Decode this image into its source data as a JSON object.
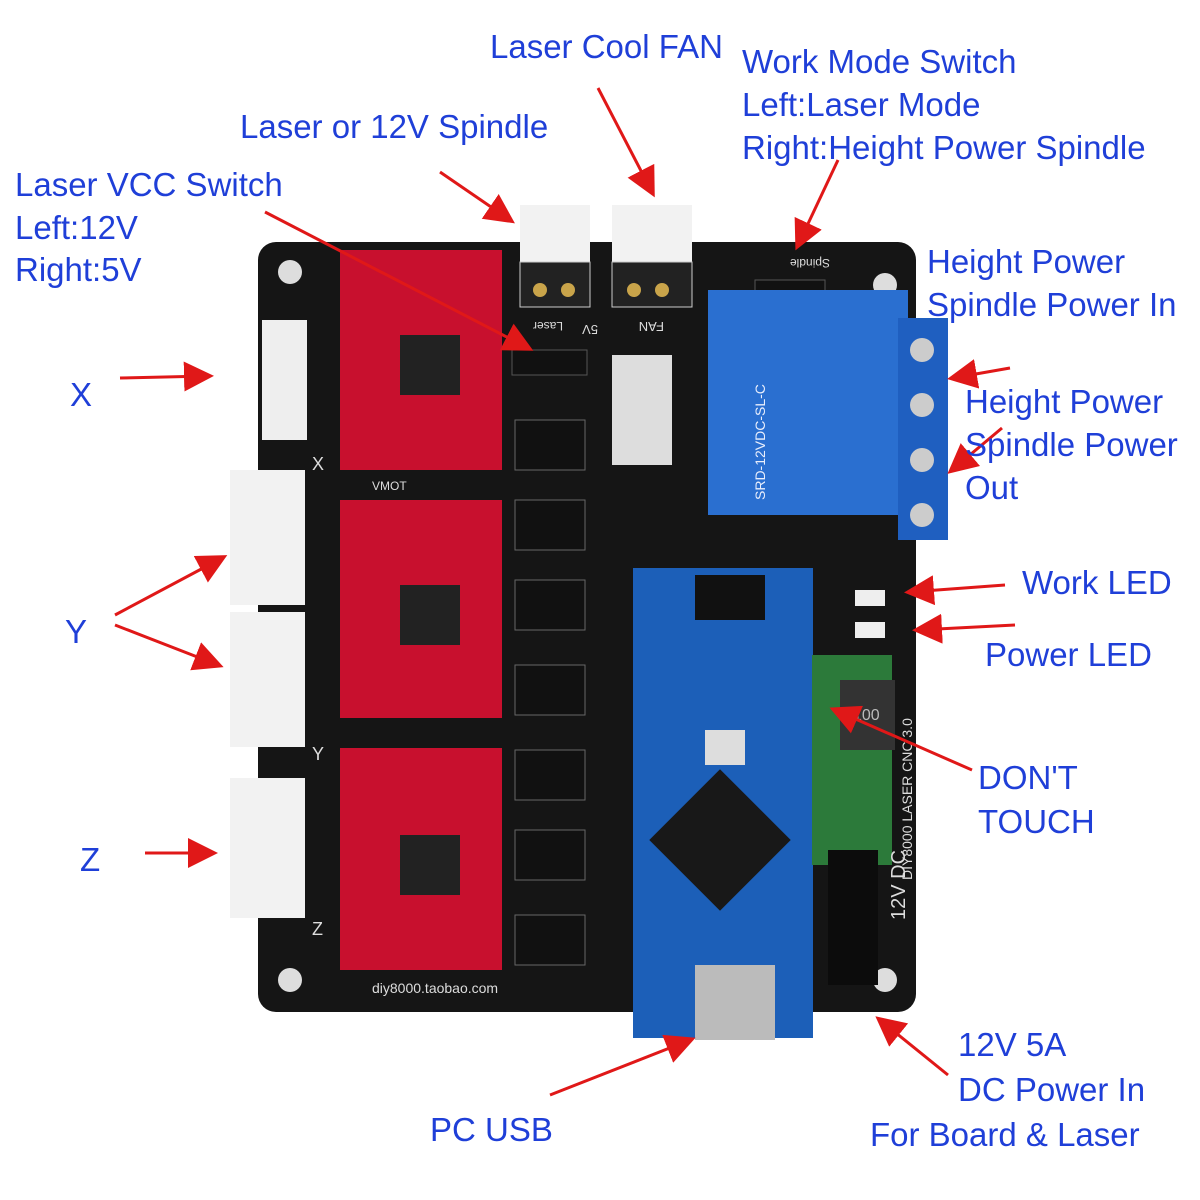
{
  "labels": {
    "laser_cool_fan": "Laser Cool FAN",
    "work_mode": [
      "Work Mode Switch",
      "Left:Laser Mode",
      "Right:Height Power Spindle"
    ],
    "laser_spindle": "Laser or 12V Spindle",
    "laser_vcc": [
      "Laser VCC Switch",
      "Left:12V",
      "Right:5V"
    ],
    "spindle_in": [
      "Height Power",
      "Spindle Power In"
    ],
    "spindle_out": [
      "Height Power",
      "Spindle Power",
      "Out"
    ],
    "x": "X",
    "y": "Y",
    "z": "Z",
    "work_led": "Work LED",
    "power_led": "Power LED",
    "dont_touch": [
      "DON'T",
      "TOUCH"
    ],
    "dc_power": [
      "12V 5A",
      "DC Power In",
      "For Board & Laser"
    ],
    "pc_usb": "PC USB"
  },
  "board": {
    "website": "diy8000.taobao.com",
    "dc_label": "12V DC",
    "model": "DIY8000 LASER CNC 3.0",
    "vmot": "VMOT",
    "fan": "FAN",
    "five_v": "5V",
    "laser": "Laser",
    "spindle": "Spindle",
    "relay_text": "SRD-12VDC-SL-C",
    "inductor": "100",
    "axis_x": "X",
    "axis_y": "Y",
    "axis_z": "Z"
  },
  "colors": {
    "label": "#1f3fd8",
    "arrow": "#e01818",
    "pcb": "#151515",
    "driver": "#c8102e",
    "relay": "#2a6fd0",
    "arduino": "#1c5fb8"
  }
}
